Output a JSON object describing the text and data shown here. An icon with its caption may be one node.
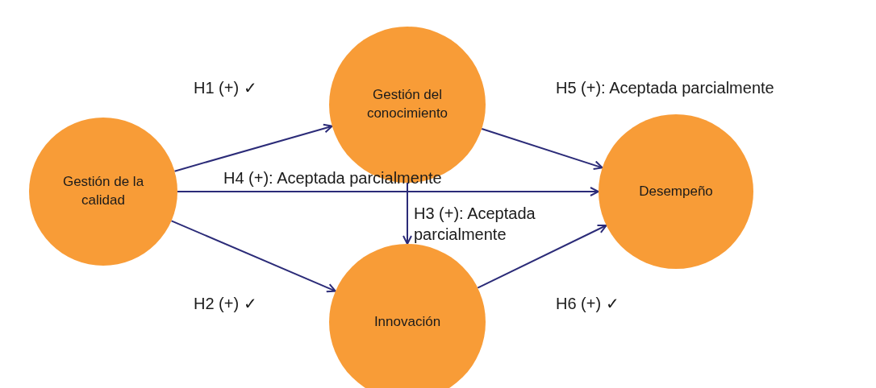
{
  "diagram": {
    "nodes": [
      {
        "text": [
          "Gestión de la calidad"
        ]
      },
      {
        "text": [
          "Gestión del conocimiento"
        ]
      },
      {
        "text": [
          "Desempeño"
        ]
      },
      {
        "text": [
          "Innovación"
        ]
      }
    ],
    "edges": [
      {
        "from": 0,
        "to": 1,
        "arrow": "to",
        "label": "H1 (+) ✓"
      },
      {
        "from": 0,
        "to": 3,
        "arrow": "to",
        "label": "H2 (+) ✓"
      },
      {
        "from": 1,
        "to": 3,
        "arrow": "to",
        "label": "H3 (+): Aceptada parcialmente"
      },
      {
        "from": 0,
        "to": 2,
        "arrow": "to",
        "label": "H4 (+): Aceptada parcialmente"
      },
      {
        "from": 1,
        "to": 2,
        "arrow": "to",
        "label": "H5 (+): Aceptada parcialmente"
      },
      {
        "from": 3,
        "to": 2,
        "arrow": "to",
        "label": "H6 (+) ✓"
      }
    ]
  }
}
